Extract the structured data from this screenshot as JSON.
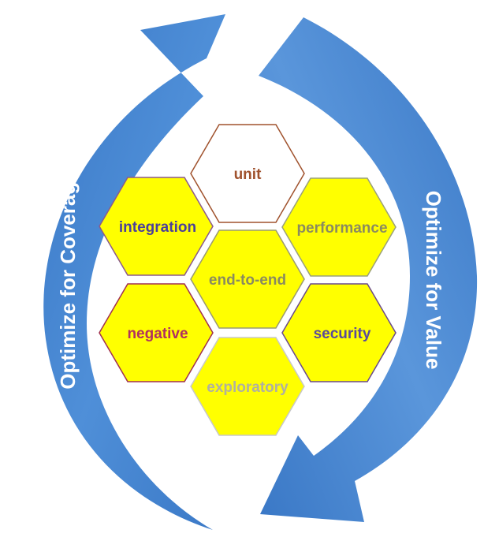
{
  "diagram": {
    "left_arrow": {
      "label": "Optimize for Coverage",
      "color": "#3f7fcb"
    },
    "right_arrow": {
      "label": "Optimize for Value",
      "color": "#3f7fcb"
    },
    "hexagons": [
      {
        "id": "unit",
        "label": "unit",
        "fill": "#ffffff",
        "stroke": "#a0522d",
        "text_color": "#a0522d"
      },
      {
        "id": "integration",
        "label": "integration",
        "fill": "#ffff00",
        "stroke": "#8b5a8b",
        "text_color": "#4b3f9a"
      },
      {
        "id": "performance",
        "label": "performance",
        "fill": "#ffff00",
        "stroke": "#9aa07a",
        "text_color": "#8a8a60"
      },
      {
        "id": "end-to-end",
        "label": "end-to-end",
        "fill": "#ffff00",
        "stroke": "#9a9a70",
        "text_color": "#8a8a60"
      },
      {
        "id": "negative",
        "label": "negative",
        "fill": "#ffff00",
        "stroke": "#a03050",
        "text_color": "#b03060"
      },
      {
        "id": "security",
        "label": "security",
        "fill": "#ffff00",
        "stroke": "#6a4a8a",
        "text_color": "#5a4a9a"
      },
      {
        "id": "exploratory",
        "label": "exploratory",
        "fill": "#ffff00",
        "stroke": "#c8c8c8",
        "text_color": "#b0b0a0"
      }
    ]
  }
}
